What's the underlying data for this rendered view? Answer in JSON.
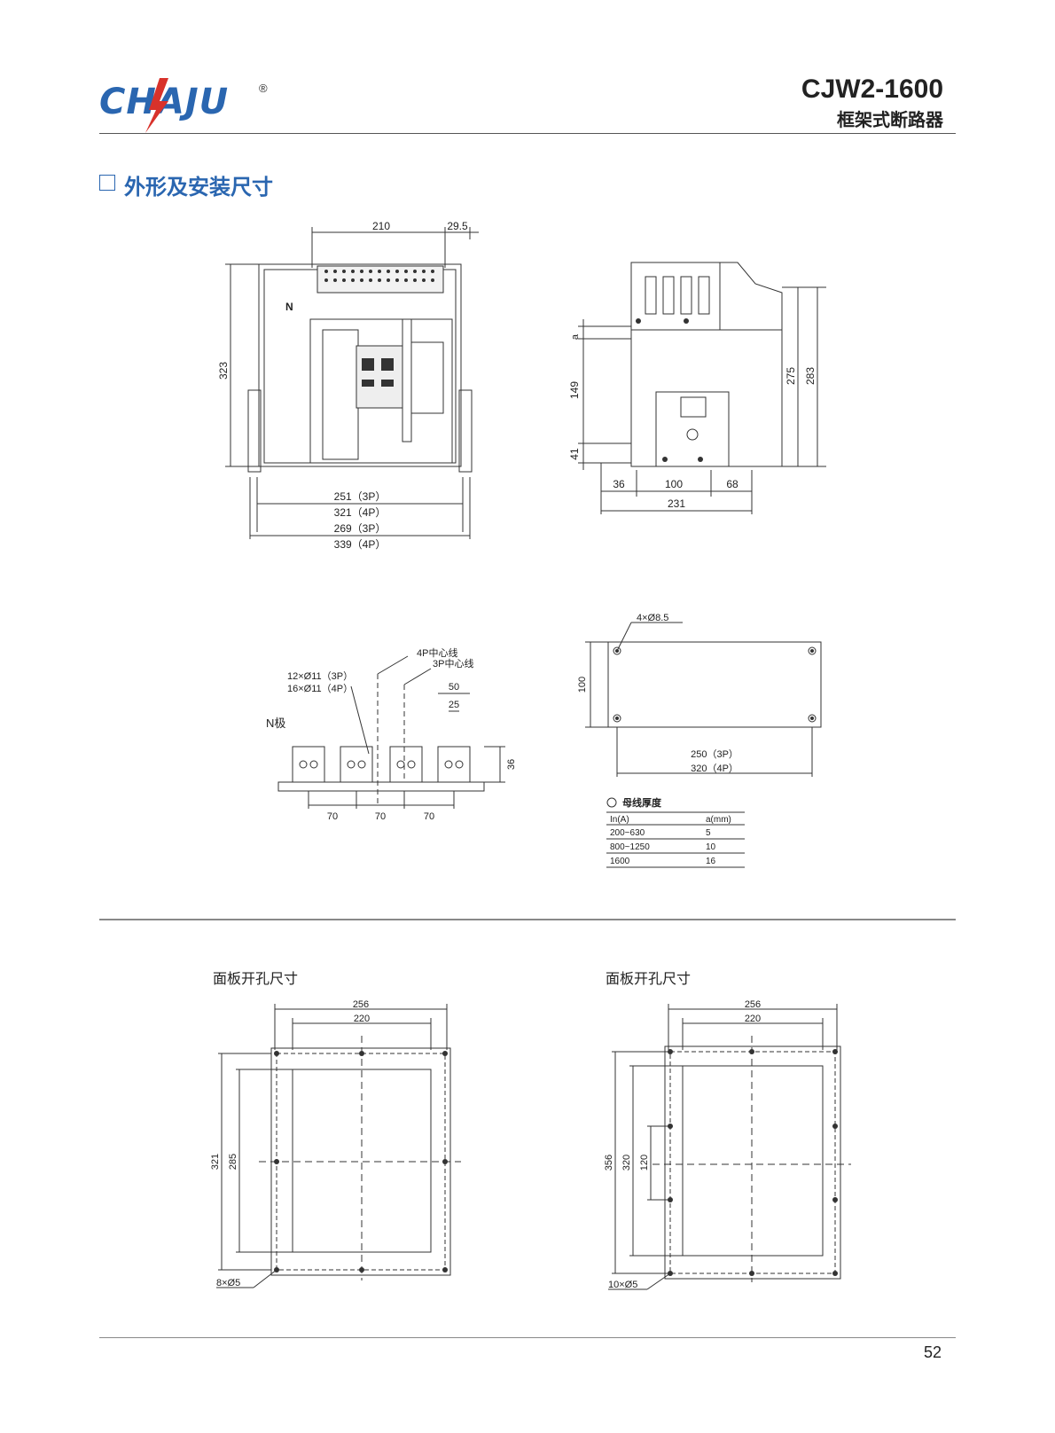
{
  "header": {
    "logo_text": "CHAJU",
    "logo_registered": "®",
    "model": "CJW2-1600",
    "product_name": "框架式断路器"
  },
  "section": {
    "title": "外形及安装尺寸"
  },
  "front_view": {
    "dims": {
      "top_width": "210",
      "top_offset": "29.5",
      "height": "323",
      "width_3p": "251（3P）",
      "width_4p": "321（4P）",
      "outer_3p": "269（3P）",
      "outer_4p": "339（4P）"
    },
    "neutral_mark": "N"
  },
  "side_view": {
    "dims": {
      "a": "a",
      "h149": "149",
      "h41": "41",
      "h275": "275",
      "h283": "283",
      "w36": "36",
      "w100": "100",
      "w68": "68",
      "w231": "231"
    }
  },
  "busbar_view": {
    "centerline_4p": "4P中心线",
    "centerline_3p": "3P中心线",
    "holes_3p": "12×Ø11（3P）",
    "holes_4p": "16×Ø11（4P）",
    "n_pole": "N极",
    "dim_50": "50",
    "dim_25": "25",
    "dim_36": "36",
    "spacing": [
      "70",
      "70",
      "70"
    ]
  },
  "mounting_view": {
    "holes": "4×Ø8.5",
    "height": "100",
    "width_3p": "250（3P）",
    "width_4p": "320（4P）"
  },
  "busbar_table": {
    "title": "母线厚度",
    "headers": [
      "In(A)",
      "a(mm)"
    ],
    "rows": [
      [
        "200~630",
        "5"
      ],
      [
        "800~1250",
        "10"
      ],
      [
        "1600",
        "16"
      ]
    ]
  },
  "panel_left": {
    "title": "面板开孔尺寸",
    "w256": "256",
    "w220": "220",
    "h321": "321",
    "h285": "285",
    "holes": "8×Ø5"
  },
  "panel_right": {
    "title": "面板开孔尺寸",
    "w256": "256",
    "w220": "220",
    "h356": "356",
    "h320": "320",
    "h120": "120",
    "holes": "10×Ø5"
  },
  "footer": {
    "page_number": "52"
  }
}
